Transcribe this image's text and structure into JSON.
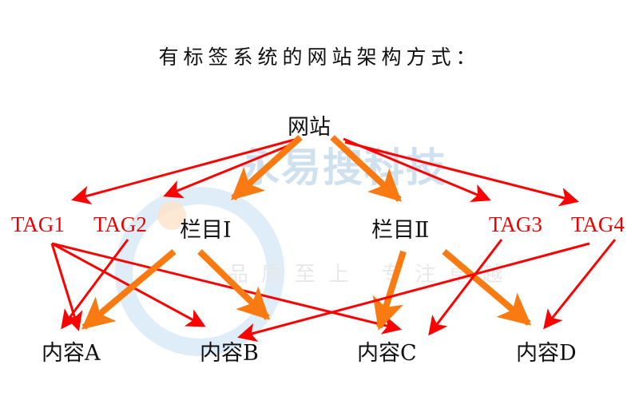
{
  "title": "有标签系统的网站架构方式：",
  "root": "网站",
  "columns": [
    "栏目Ⅰ",
    "栏目Ⅱ"
  ],
  "tags": [
    "TAG1",
    "TAG2",
    "TAG3",
    "TAG4"
  ],
  "contents": [
    "内容A",
    "内容B",
    "内容C",
    "内容D"
  ],
  "watermark": {
    "brand": "永易搜科技",
    "slogan": "品质至上 专注卓越"
  },
  "colors": {
    "tag_arrow": "#ff0000",
    "column_arrow": "#f97a10",
    "tag_text": "#e00000"
  }
}
